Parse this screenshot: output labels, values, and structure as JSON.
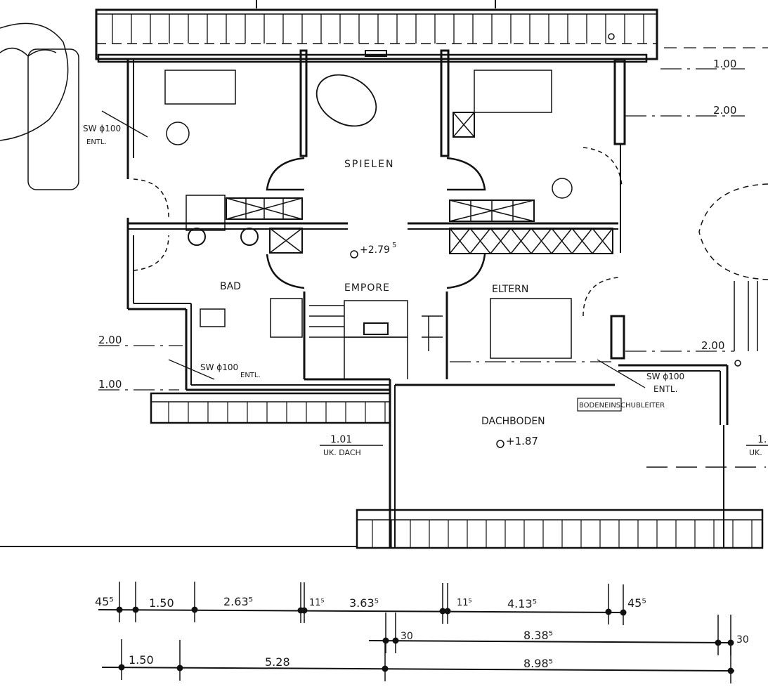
{
  "rooms": {
    "spielen": "SPIELEN",
    "empore": "EMPORE",
    "bad": "BAD",
    "eltern": "ELTERN",
    "dachboden": "DACHBODEN"
  },
  "levels": {
    "empore": "+2.79",
    "empore_sup": "5",
    "dachboden": "+1.87"
  },
  "notes": {
    "sw_left_top_1": "SW ϕ100",
    "sw_left_top_2": "ENTL.",
    "sw_bottom_1": "SW ϕ100",
    "sw_bottom_2": "ENTL.",
    "sw_right_1": "SW ϕ100",
    "sw_right_2": "ENTL.",
    "ladder": "BODENEINSCHUBLEITER",
    "uk_left_top": "1.01",
    "uk_left_bottom": "UK. DACH",
    "uk_right_top": "1.",
    "uk_right_bottom": "UK."
  },
  "height_marks": {
    "right_1": "1.00",
    "right_2": "2.00",
    "left_2": "2.00",
    "left_1": "1.00",
    "mid_right": "2.00"
  },
  "dimensions": {
    "row1": [
      "45⁵",
      "1.50",
      "2.63⁵",
      "11⁵",
      "3.63⁵",
      "11⁵",
      "4.13⁵",
      "45⁵"
    ],
    "row2": [
      "30",
      "8.38⁵",
      "30"
    ],
    "row3": [
      "1.50",
      "5.28",
      "8.98⁵"
    ]
  }
}
